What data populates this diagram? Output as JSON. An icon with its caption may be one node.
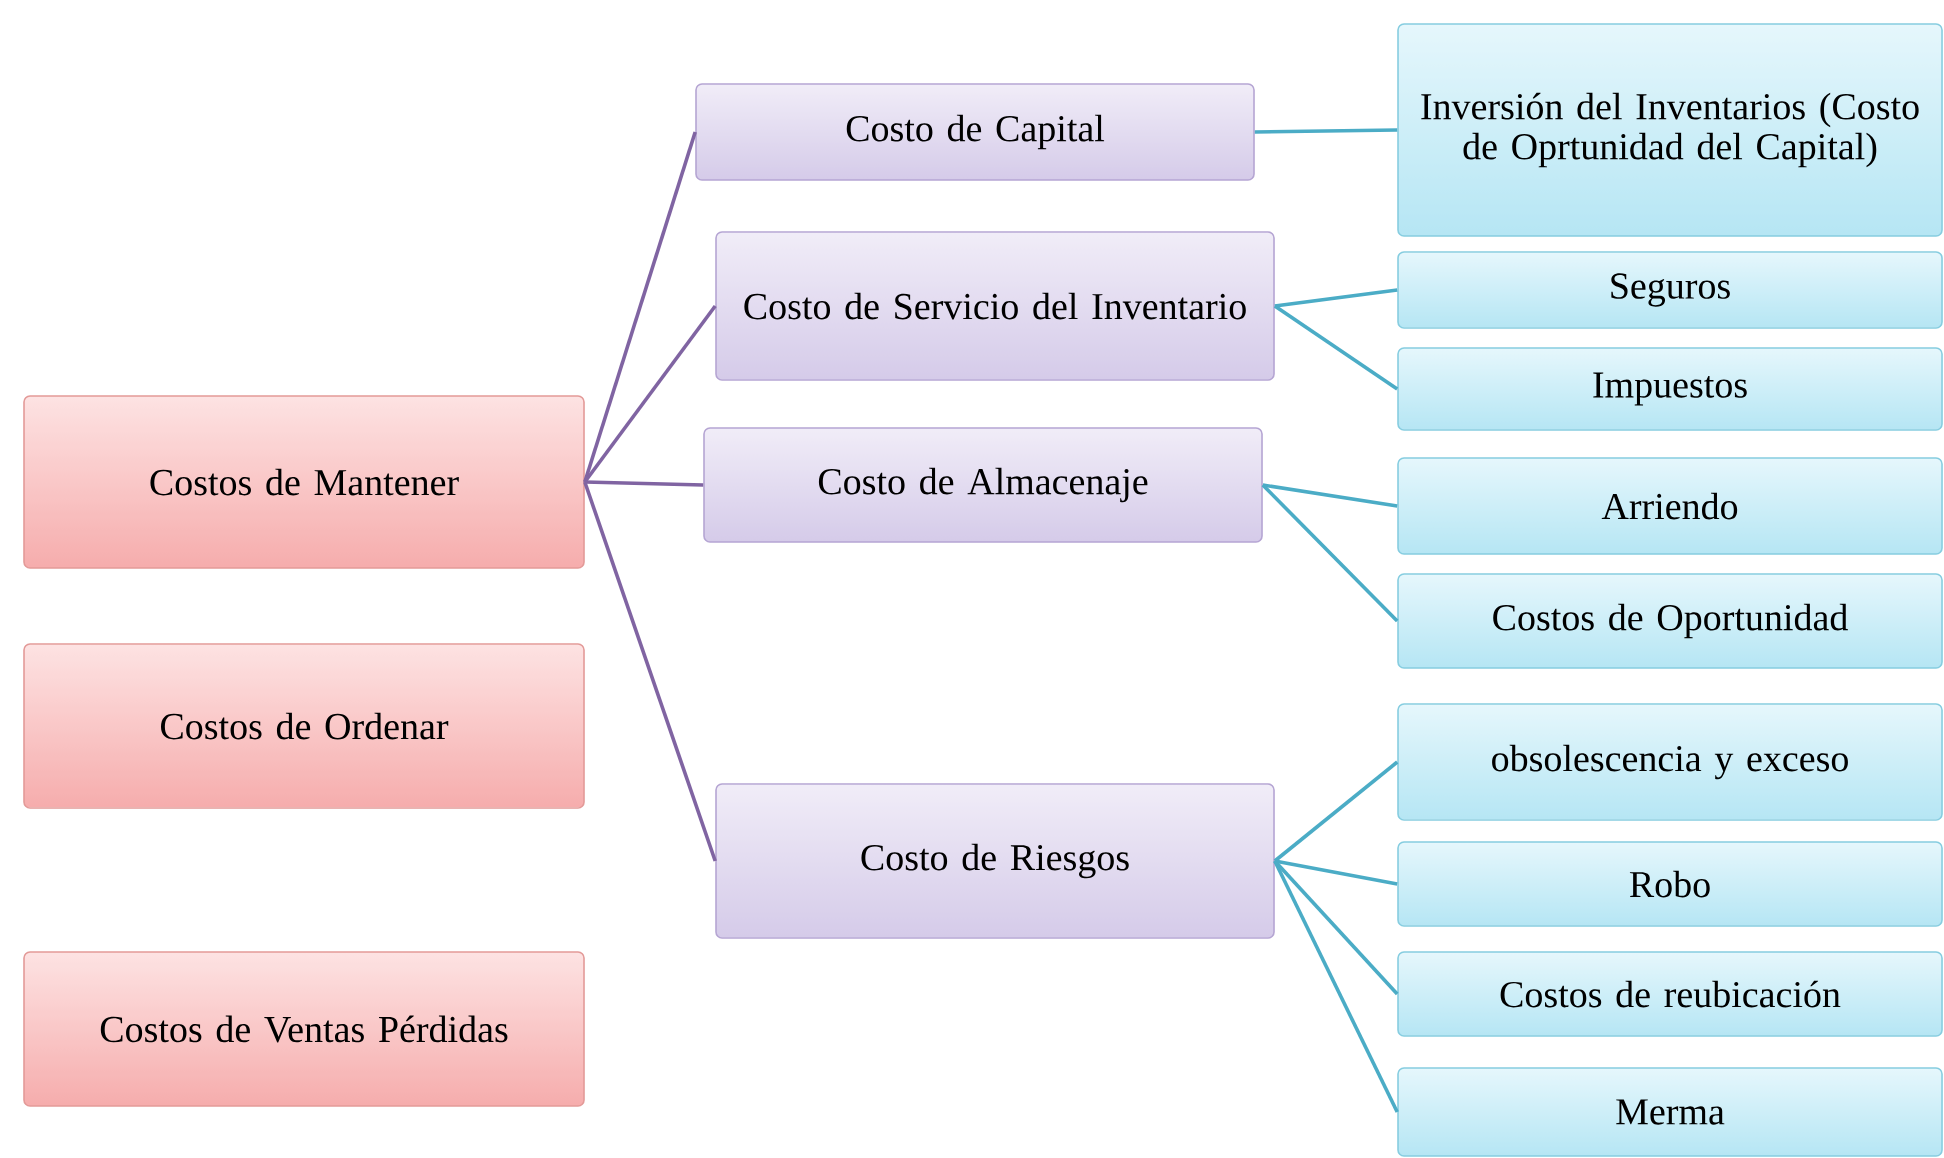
{
  "diagram": {
    "nodes": [
      {
        "text": [
          "Costos de Mantener"
        ]
      },
      {
        "text": [
          "Costos de Ordenar"
        ]
      },
      {
        "text": [
          "Costos de Ventas Pérdidas"
        ]
      },
      {
        "text": [
          "Costo de Capital"
        ]
      },
      {
        "text": [
          "Costo de Servicio del Inventario"
        ]
      },
      {
        "text": [
          "Costo de Almacenaje"
        ]
      },
      {
        "text": [
          "Costo de Riesgos"
        ]
      },
      {
        "text": [
          "Inversión del Inventarios (Costo de Oprtunidad del Capital)"
        ]
      },
      {
        "text": [
          "Seguros"
        ]
      },
      {
        "text": [
          "Impuestos"
        ]
      },
      {
        "text": [
          "Arriendo"
        ]
      },
      {
        "text": [
          "Costos de Oportunidad"
        ]
      },
      {
        "text": [
          "obsolescencia y exceso"
        ]
      },
      {
        "text": [
          "Robo"
        ]
      },
      {
        "text": [
          "Costos de reubicación"
        ]
      },
      {
        "text": [
          "Merma"
        ]
      }
    ],
    "edges": [
      {
        "from": 0,
        "to": 3,
        "arrow": "none",
        "color": "#8064a2"
      },
      {
        "from": 0,
        "to": 4,
        "arrow": "none",
        "color": "#8064a2"
      },
      {
        "from": 0,
        "to": 5,
        "arrow": "none",
        "color": "#8064a2"
      },
      {
        "from": 0,
        "to": 6,
        "arrow": "none",
        "color": "#8064a2"
      },
      {
        "from": 3,
        "to": 7,
        "arrow": "none"
      },
      {
        "from": 4,
        "to": 8,
        "arrow": "none"
      },
      {
        "from": 4,
        "to": 9,
        "arrow": "none"
      },
      {
        "from": 5,
        "to": 10,
        "arrow": "none"
      },
      {
        "from": 5,
        "to": 11,
        "arrow": "none"
      },
      {
        "from": 6,
        "to": 12,
        "arrow": "none"
      },
      {
        "from": 6,
        "to": 13,
        "arrow": "none"
      },
      {
        "from": 6,
        "to": 14,
        "arrow": "none"
      },
      {
        "from": 6,
        "to": 15,
        "arrow": "none"
      }
    ]
  }
}
